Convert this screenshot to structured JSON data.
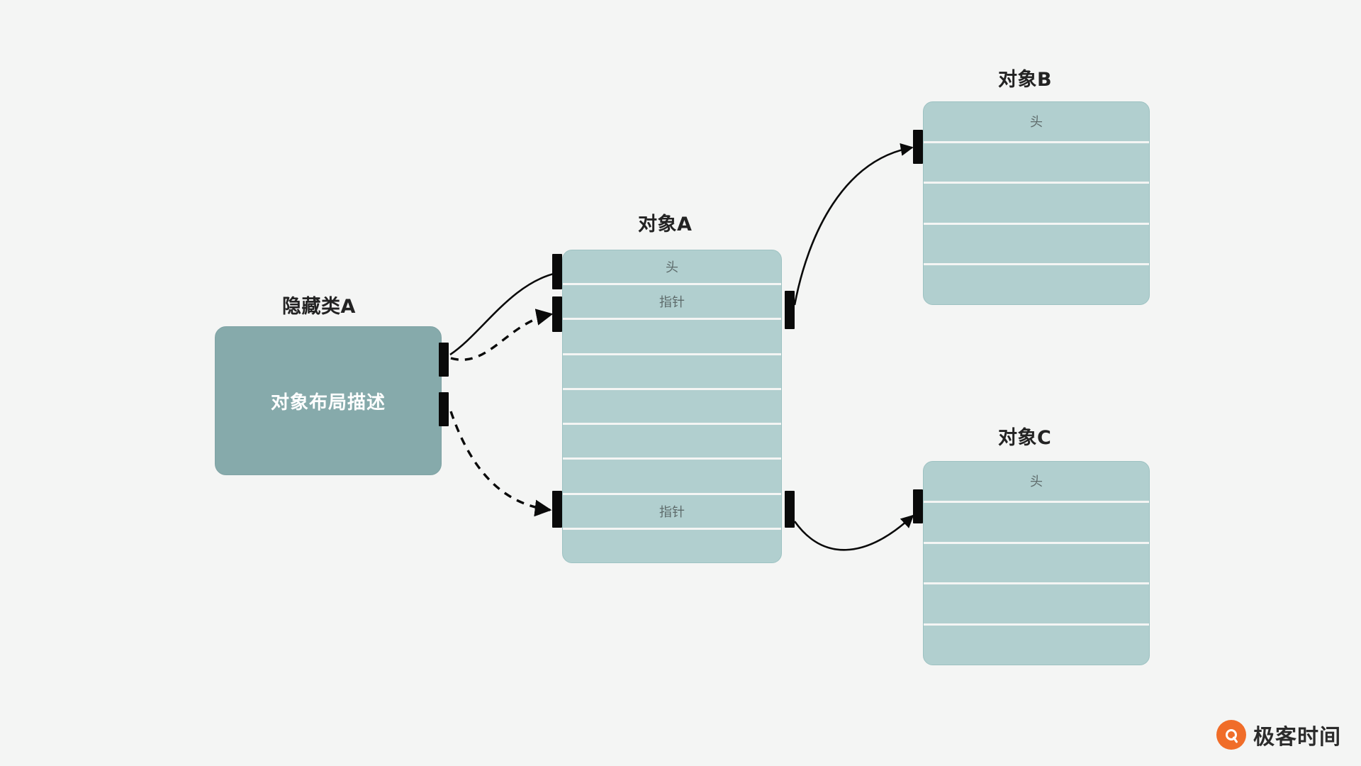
{
  "diagram": {
    "background_color": "#f4f5f4",
    "object_fill": "#b1cfcf",
    "hidden_class_fill": "#86aaab",
    "port_color": "#0a0a0a",
    "accent_color": "#f06d29"
  },
  "hidden_class": {
    "title": "隐藏类A",
    "body_label": "对象布局描述"
  },
  "object_a": {
    "title": "对象A",
    "rows": [
      "头",
      "指针",
      "",
      "",
      "",
      "",
      "",
      "指针",
      ""
    ]
  },
  "object_b": {
    "title": "对象B",
    "rows": [
      "头",
      "",
      "",
      "",
      ""
    ]
  },
  "object_c": {
    "title": "对象C",
    "rows": [
      "头",
      "",
      "",
      "",
      ""
    ]
  },
  "logo": {
    "wordmark": "极客时间",
    "mark_icon": "geekbang-circle-icon"
  }
}
